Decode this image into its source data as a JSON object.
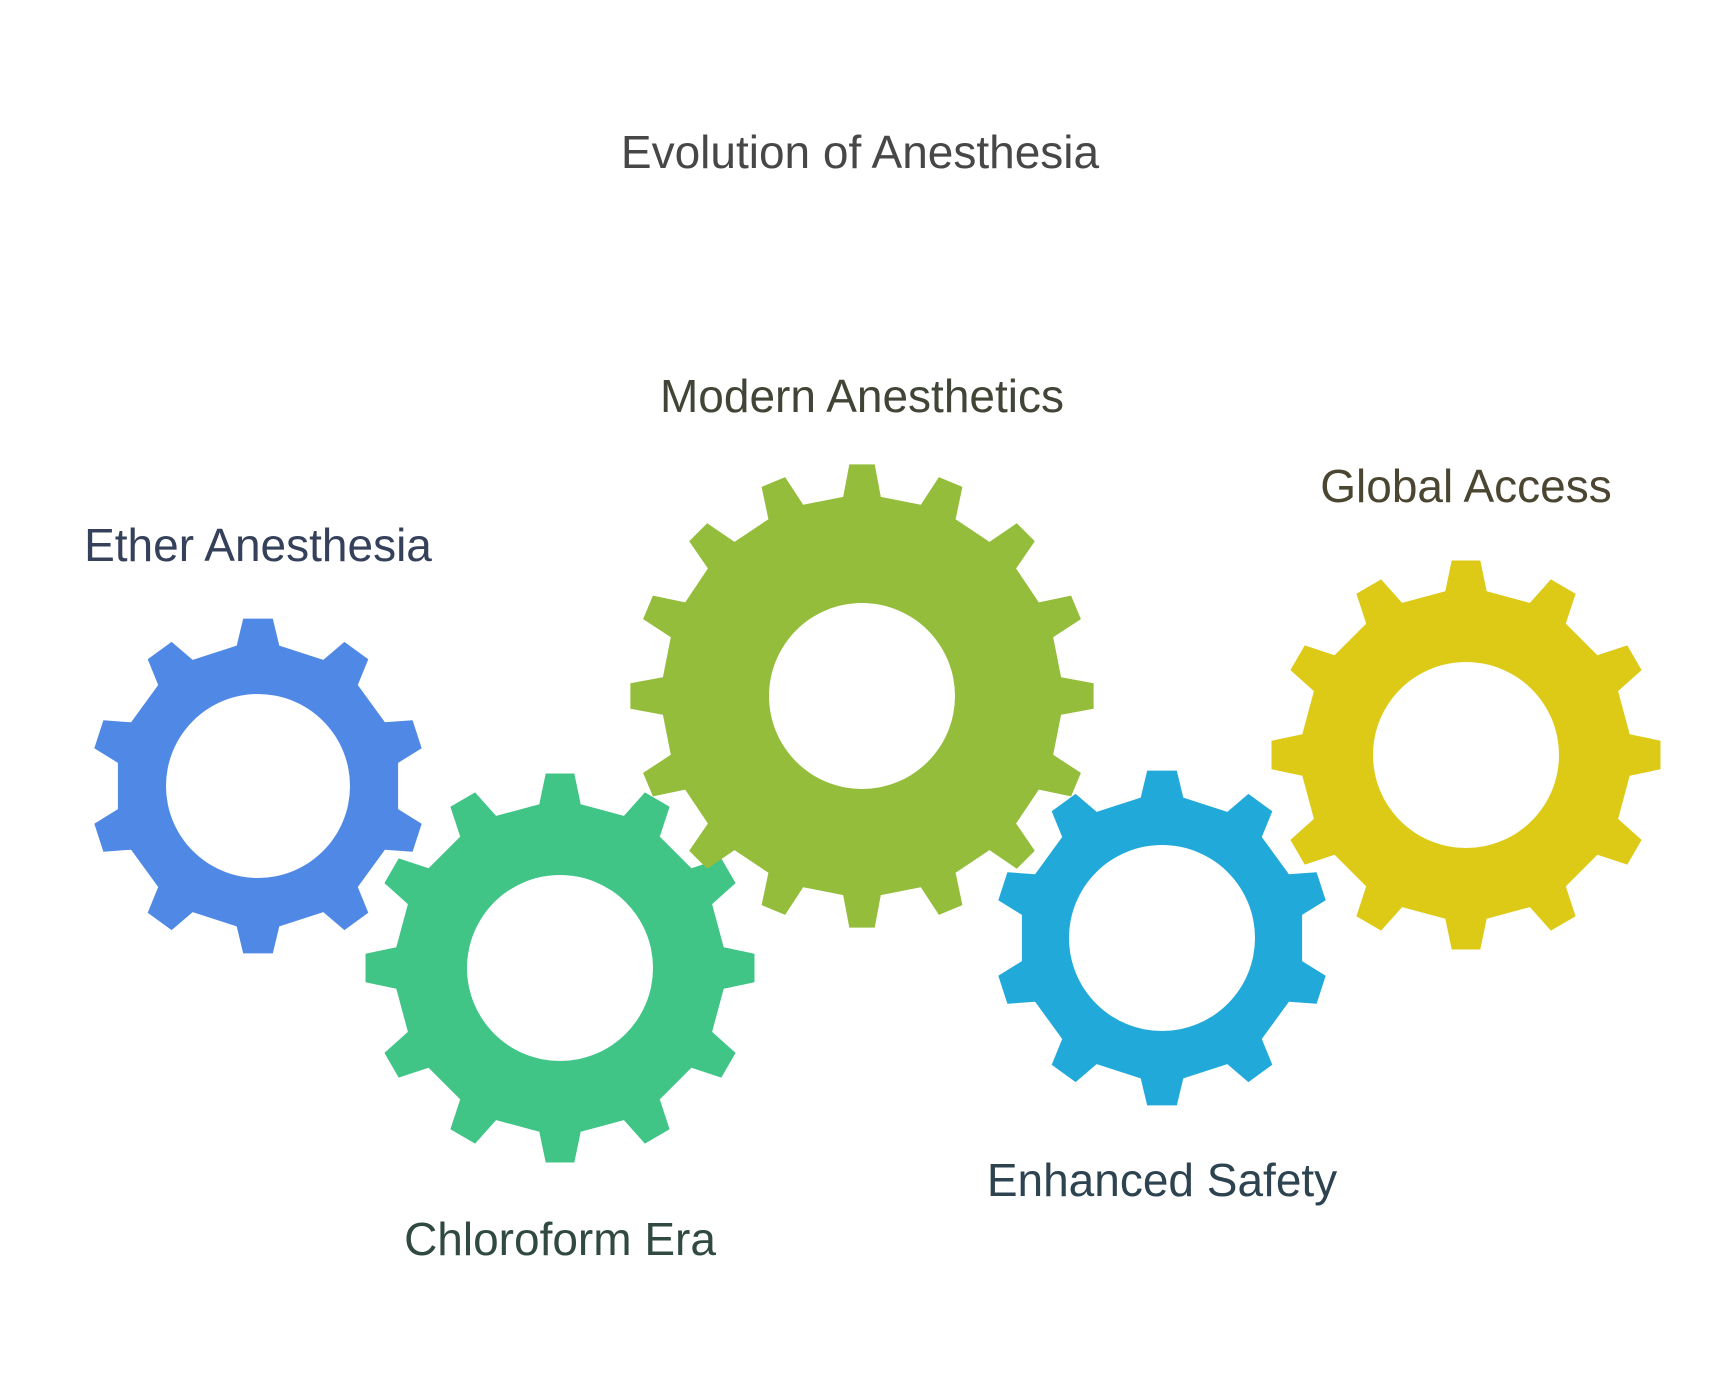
{
  "title": "Evolution of Anesthesia",
  "gears": [
    {
      "id": "ether",
      "label": "Ether Anesthesia",
      "color": "#5089E5",
      "label_color": "#35415A"
    },
    {
      "id": "chloroform",
      "label": "Chloroform Era",
      "color": "#40C586",
      "label_color": "#304A41"
    },
    {
      "id": "modern",
      "label": "Modern Anesthetics",
      "color": "#93BD3B",
      "label_color": "#404536"
    },
    {
      "id": "safety",
      "label": "Enhanced Safety",
      "color": "#21A9DA",
      "label_color": "#2D4350"
    },
    {
      "id": "global",
      "label": "Global Access",
      "color": "#DDCA17",
      "label_color": "#4A4632"
    }
  ]
}
